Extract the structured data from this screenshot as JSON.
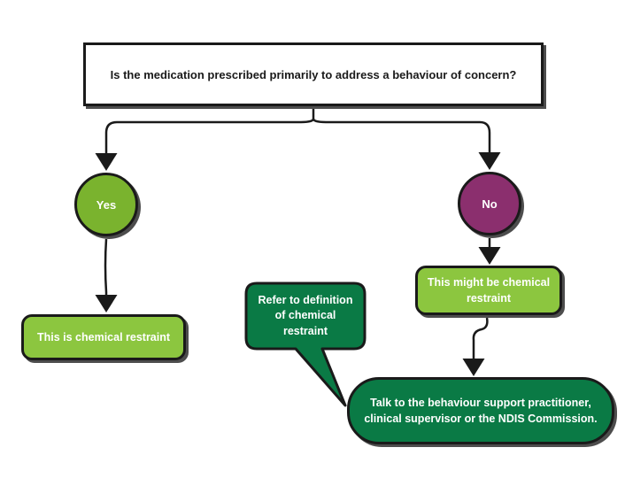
{
  "question": "Is the medication prescribed primarily to address a behaviour of concern?",
  "yes": {
    "label": "Yes",
    "color": "#7ab32e"
  },
  "no": {
    "label": "No",
    "color": "#8b2f6e"
  },
  "chemical_restraint": {
    "label": "This is chemical restraint",
    "color": "#8cc63f"
  },
  "might_be": {
    "label": "This might be chemical restraint",
    "color": "#8cc63f"
  },
  "talk_to": {
    "label": "Talk to the behaviour support practitioner, clinical supervisor or the NDIS Commission.",
    "color": "#0a7a45"
  },
  "refer": {
    "label": "Refer to definition of chemical restraint",
    "color": "#0a7a45"
  },
  "line_color": "#1a1a1a"
}
